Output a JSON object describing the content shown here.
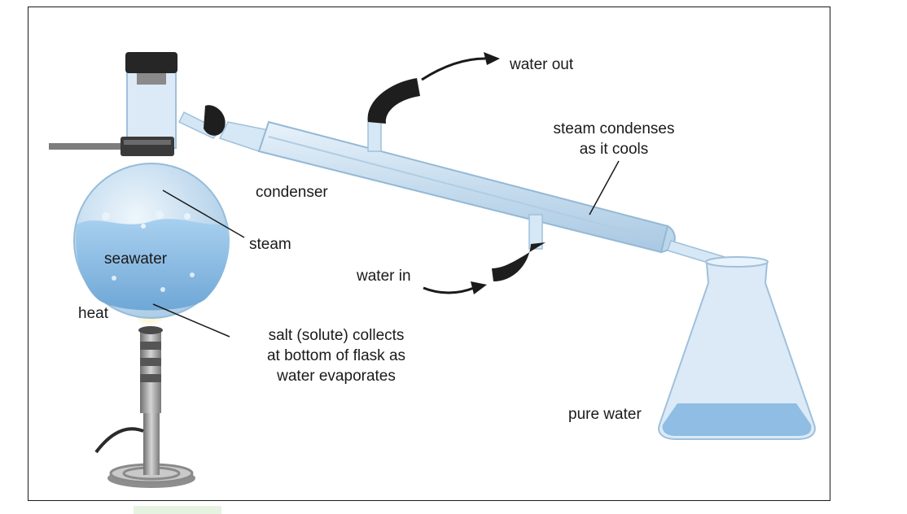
{
  "labels": {
    "water_out": "water out",
    "steam_condenses": [
      "steam condenses",
      "as it cools"
    ],
    "condenser": "condenser",
    "steam": "steam",
    "seawater": "seawater",
    "water_in": "water in",
    "heat": "heat",
    "salt_note": [
      "salt (solute) collects",
      "at bottom of flask as",
      "water evaporates"
    ],
    "pure_water": "pure water"
  },
  "colors": {
    "frame": "#1a1a1a",
    "glass": "#c8dff0",
    "glass_edge": "#8fb6d4",
    "water": "#8fbfe6",
    "rubber": "#1e1e1e",
    "burner": "#9a9a9a",
    "flame": "#fff3b0"
  },
  "icons": [
    "round-bottom-flask",
    "stopper",
    "clamp",
    "condenser-tube",
    "hose",
    "bunsen-burner",
    "erlenmeyer-flask",
    "arrow"
  ]
}
